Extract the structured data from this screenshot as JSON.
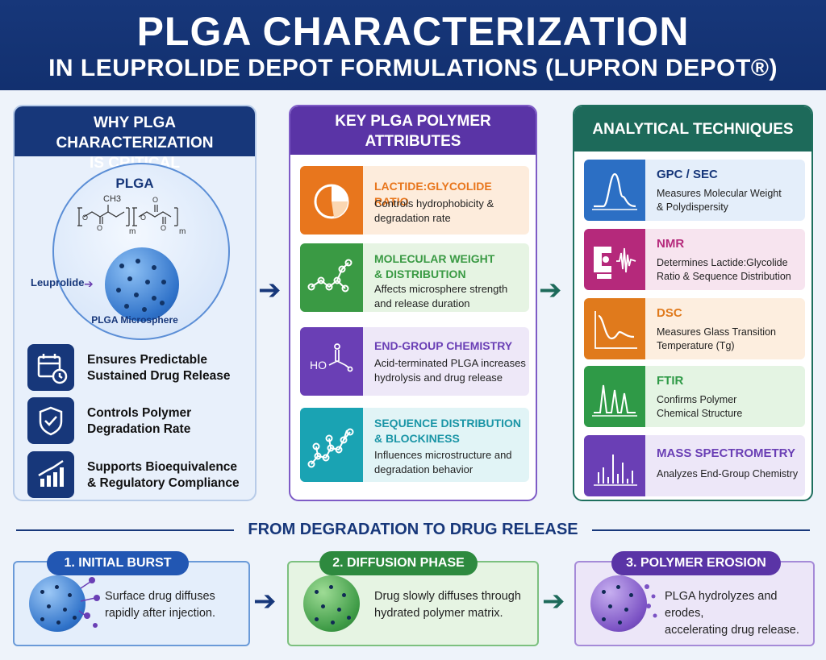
{
  "header": {
    "title": "PLGA CHARACTERIZATION",
    "subtitle": "IN LEUPROLIDE DEPOT FORMULATIONS (LUPRON DEPOT®)"
  },
  "why": {
    "heading_line1": "WHY PLGA CHARACTERIZATION",
    "heading_line2": "IS CRITICAL",
    "diagram": {
      "title": "PLGA",
      "chem_ch3": "CH3",
      "chem_sub_m1": "m",
      "chem_sub_m2": "m",
      "leuprolide_label": "Leuprolide",
      "microsphere_label": "PLGA Microsphere"
    },
    "items": [
      {
        "line1": "Ensures Predictable",
        "line2": "Sustained Drug Release",
        "icon": "calendar-clock-icon"
      },
      {
        "line1": "Controls Polymer",
        "line2": "Degradation Rate",
        "icon": "shield-check-icon"
      },
      {
        "line1": "Supports Bioequivalence",
        "line2": "& Regulatory Compliance",
        "icon": "bar-chart-up-icon"
      }
    ]
  },
  "attributes": {
    "heading_line1": "KEY PLGA POLYMER",
    "heading_line2": "ATTRIBUTES",
    "items": [
      {
        "title1": "LACTIDE:GLYCOLIDE RATIO",
        "title2": "",
        "desc1": "Controls hydrophobicity &",
        "desc2": "degradation rate",
        "color": "#e8761d",
        "bg": "#fdecdc",
        "icon": "pie-chart-icon"
      },
      {
        "title1": "MOLECULAR WEIGHT",
        "title2": "& DISTRIBUTION",
        "desc1": "Affects microsphere strength",
        "desc2": "and release duration",
        "color": "#3a9a44",
        "bg": "#e6f4e3",
        "icon": "molecule-chain-icon"
      },
      {
        "title1": "END-GROUP CHEMISTRY",
        "title2": "",
        "desc1": "Acid-terminated PLGA increases",
        "desc2": "hydrolysis and drug release",
        "color": "#6a3fb5",
        "bg": "#eee8f8",
        "icon": "carboxyl-group-icon",
        "icon_text": "HO"
      },
      {
        "title1": "SEQUENCE DISTRIBUTION",
        "title2": "& BLOCKINESS",
        "desc1": "Influences microstructure and",
        "desc2": "degradation behavior",
        "color": "#1aa3b3",
        "bg": "#e1f4f6",
        "icon": "polymer-sequence-icon"
      }
    ]
  },
  "techniques": {
    "heading": "ANALYTICAL TECHNIQUES",
    "items": [
      {
        "title": "GPC / SEC",
        "desc1": "Measures Molecular Weight",
        "desc2": "& Polydispersity",
        "color": "#2c6fc4",
        "bg": "#e4eefa",
        "title_color": "#17377a",
        "icon": "chromatogram-icon"
      },
      {
        "title": "NMR",
        "desc1": "Determines Lactide:Glycolide",
        "desc2": "Ratio & Sequence Distribution",
        "color": "#b5297b",
        "bg": "#f7e4ef",
        "title_color": "#b5297b",
        "icon": "nmr-magnet-icon"
      },
      {
        "title": "DSC",
        "desc1": "Measures Glass Transition",
        "desc2": "Temperature (Tg)",
        "color": "#e07a1c",
        "bg": "#fdeedf",
        "title_color": "#e07a1c",
        "icon": "dsc-curve-icon"
      },
      {
        "title": "FTIR",
        "desc1": "Confirms Polymer",
        "desc2": "Chemical Structure",
        "color": "#2f9a47",
        "bg": "#e4f4e3",
        "title_color": "#2f9a47",
        "icon": "ftir-spectrum-icon"
      },
      {
        "title": "MASS SPECTROMETRY",
        "desc1": "Analyzes End-Group Chemistry",
        "desc2": "",
        "color": "#6a3fb5",
        "bg": "#ede7f8",
        "title_color": "#6a3fb5",
        "icon": "mass-spectrum-icon"
      }
    ]
  },
  "release": {
    "heading": "FROM DEGRADATION TO DRUG RELEASE",
    "stages": [
      {
        "label": "1. INITIAL BURST",
        "desc1": "Surface drug diffuses",
        "desc2": "rapidly after injection.",
        "color": "#2257b3",
        "bg": "#e4eefb",
        "border": "#6a9ad8"
      },
      {
        "label": "2. DIFFUSION PHASE",
        "desc1": "Drug slowly diffuses through",
        "desc2": "hydrated polymer matrix.",
        "color": "#2e8a3f",
        "bg": "#e6f4e3",
        "border": "#7cc07f"
      },
      {
        "label": "3. POLYMER EROSION",
        "desc1": "PLGA hydrolyzes and erodes,",
        "desc2": "accelerating drug release.",
        "color": "#5a34a6",
        "bg": "#ece6f8",
        "border": "#a58ad8"
      }
    ]
  }
}
